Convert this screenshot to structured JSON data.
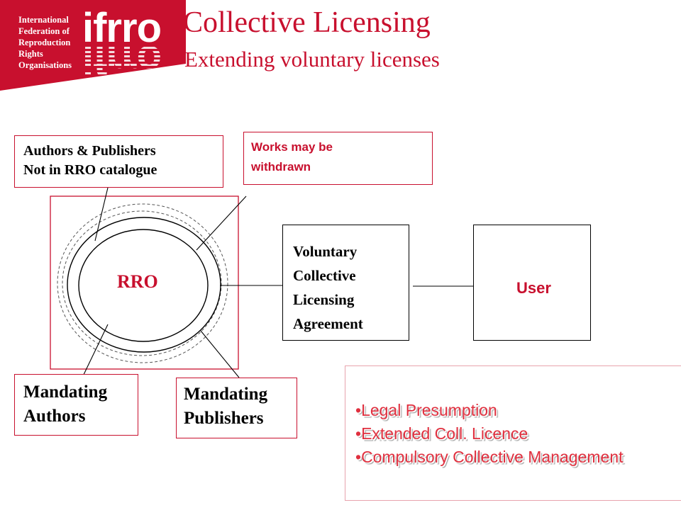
{
  "logo": {
    "org_lines": [
      "International",
      "Federation of",
      "Reproduction",
      "Rights",
      "Organisations"
    ],
    "wordmark": "ifrro",
    "brand_color": "#c8102e"
  },
  "header": {
    "title": "Collective Licensing",
    "subtitle": "Extending voluntary licenses"
  },
  "diagram": {
    "rro_label": "RRO",
    "not_in_catalogue": [
      "Authors & Publishers",
      "Not in RRO catalogue"
    ],
    "withdrawn": [
      "Works may be",
      "withdrawn"
    ],
    "agreement": [
      "Voluntary",
      "Collective",
      "Licensing",
      "Agreement"
    ],
    "user": "User",
    "mandating_authors": [
      "Mandating",
      "Authors"
    ],
    "mandating_publishers": [
      "Mandating",
      "Publishers"
    ],
    "legal_options": [
      "Legal Presumption",
      "Extended Coll. Licence",
      "Compulsory Collective  Management"
    ]
  },
  "colors": {
    "accent_red": "#c8102e",
    "list_red": "#e0303f"
  }
}
